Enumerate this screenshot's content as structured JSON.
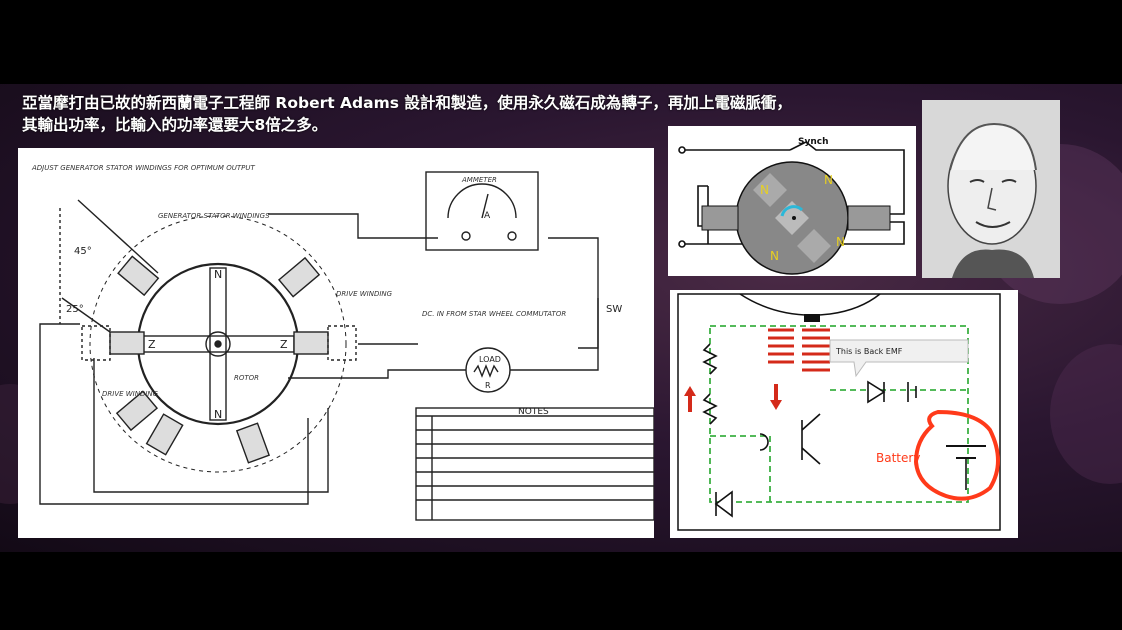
{
  "caption": {
    "line1": "亞當摩打由已故的新西蘭電子工程師 Robert Adams 設計和製造，使用永久磁石成為轉子，再加上電磁脈衝，",
    "line2": "其輸出功率，比輸入的功率還要大8倍之多。"
  },
  "main_diagram": {
    "adjust_note": "ADJUST GENERATOR STATOR WINDINGS FOR OPTIMUM OUTPUT",
    "gen_stator": "GENERATOR STATOR WINDINGS",
    "drive_winding_1": "DRIVE WINDING",
    "drive_winding_2": "DRIVE WINDING",
    "rotor": "ROTOR",
    "angle_45": "45°",
    "angle_25": "25°",
    "ammeter": "AMMETER",
    "ammeter_a": "A",
    "dc_note": "DC. IN FROM STAR WHEEL COMMUTATOR",
    "sw": "SW",
    "load": "LOAD",
    "load_r": "R",
    "notes": "NOTES",
    "pole_n": "N",
    "pole_z": "Z"
  },
  "rotor_diagram": {
    "synch": "Synch",
    "pole": "N"
  },
  "circuit_diagram": {
    "back_emf": "This is Back EMF",
    "battery": "Battery"
  },
  "colors": {
    "caption_text": "#ffffff",
    "battery_highlight": "#ff3a1a",
    "coil_red": "#d42a1a",
    "rotor_cyan": "#2bb8d8",
    "rotor_gray": "#8a8a8a",
    "rotor_yellow": "#e8d020",
    "wire_green": "#3cb043"
  }
}
